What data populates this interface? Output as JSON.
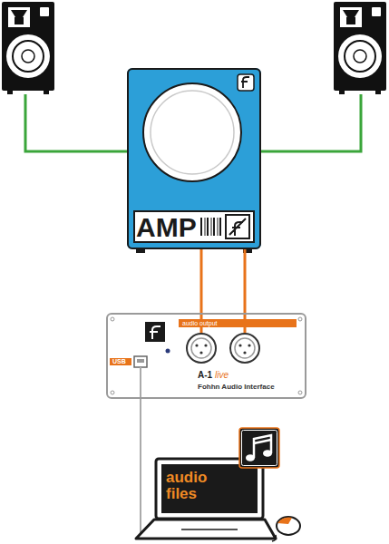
{
  "diagram": {
    "nodes": [
      {
        "text": [
          "AMP"
        ]
      },
      {
        "text": [
          "audio output",
          "A-1",
          "live",
          "Fohhn Audio Interface",
          "USB"
        ]
      },
      {
        "text": [
          "audio files"
        ]
      }
    ],
    "edges": [
      {
        "from": 1,
        "to": 0,
        "arrow": "none"
      },
      {
        "from": 1,
        "to": 0,
        "arrow": "none"
      },
      {
        "from": 1,
        "to": 2,
        "arrow": "none"
      }
    ]
  }
}
